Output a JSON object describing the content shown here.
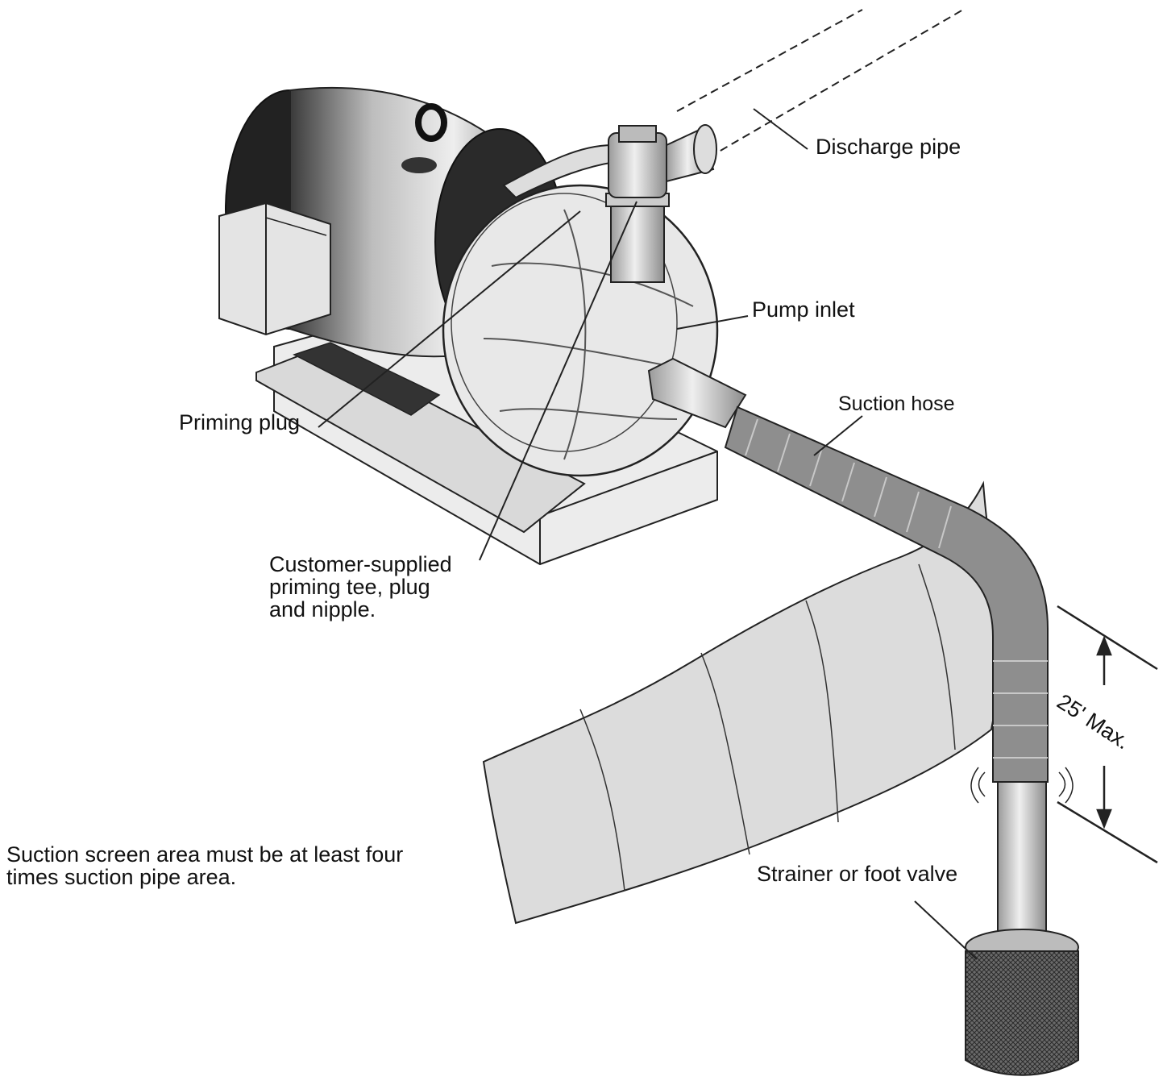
{
  "labels": {
    "discharge_pipe": "Discharge pipe",
    "pump_inlet": "Pump inlet",
    "suction_hose": "Suction hose",
    "priming_plug": "Priming plug",
    "customer_supplied": [
      "Customer-supplied",
      "priming tee, plug",
      "and nipple."
    ],
    "max_lift": "25' Max.",
    "strainer": "Strainer or foot valve",
    "note": [
      "Suction screen area must be at least four",
      "times suction pipe area."
    ]
  }
}
